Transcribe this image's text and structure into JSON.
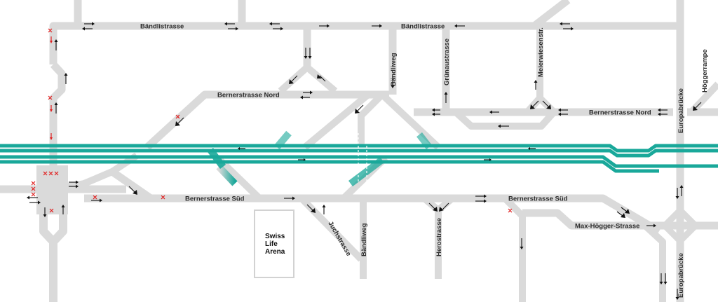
{
  "streets": {
    "baendlistrasse_west": "Bändlistrasse",
    "baendlistrasse_east": "Bändlistrasse",
    "baendliweg_north": "Bändliweg",
    "gruenaustrasse": "Grünaustrasse",
    "meierwiesenstr": "Meierwiesenstr.",
    "hoeggerrampe": "Höggerrampe",
    "bernerstrasse_nord_west": "Bernerstrasse Nord",
    "bernerstrasse_nord_east": "Bernerstrasse Nord",
    "europabruecke_north": "Europabrücke",
    "bernerstrasse_sued_west": "Bernerstrasse Süd",
    "bernerstrasse_sued_east": "Bernerstrasse Süd",
    "max_hoegger_strasse": "Max-Högger-Strasse",
    "juchstrasse": "Juchstrasse",
    "baendliweg_south": "Bändliweg",
    "herostrasse": "Herostrasse",
    "europabruecke_south": "Europabrücke"
  },
  "arena": {
    "line1": "Swiss",
    "line2": "Life",
    "line3": "Arena"
  },
  "colors": {
    "road": "#dadada",
    "highway": "#19a89a",
    "closure_marker": "#e02020",
    "arrow": "#111111"
  }
}
